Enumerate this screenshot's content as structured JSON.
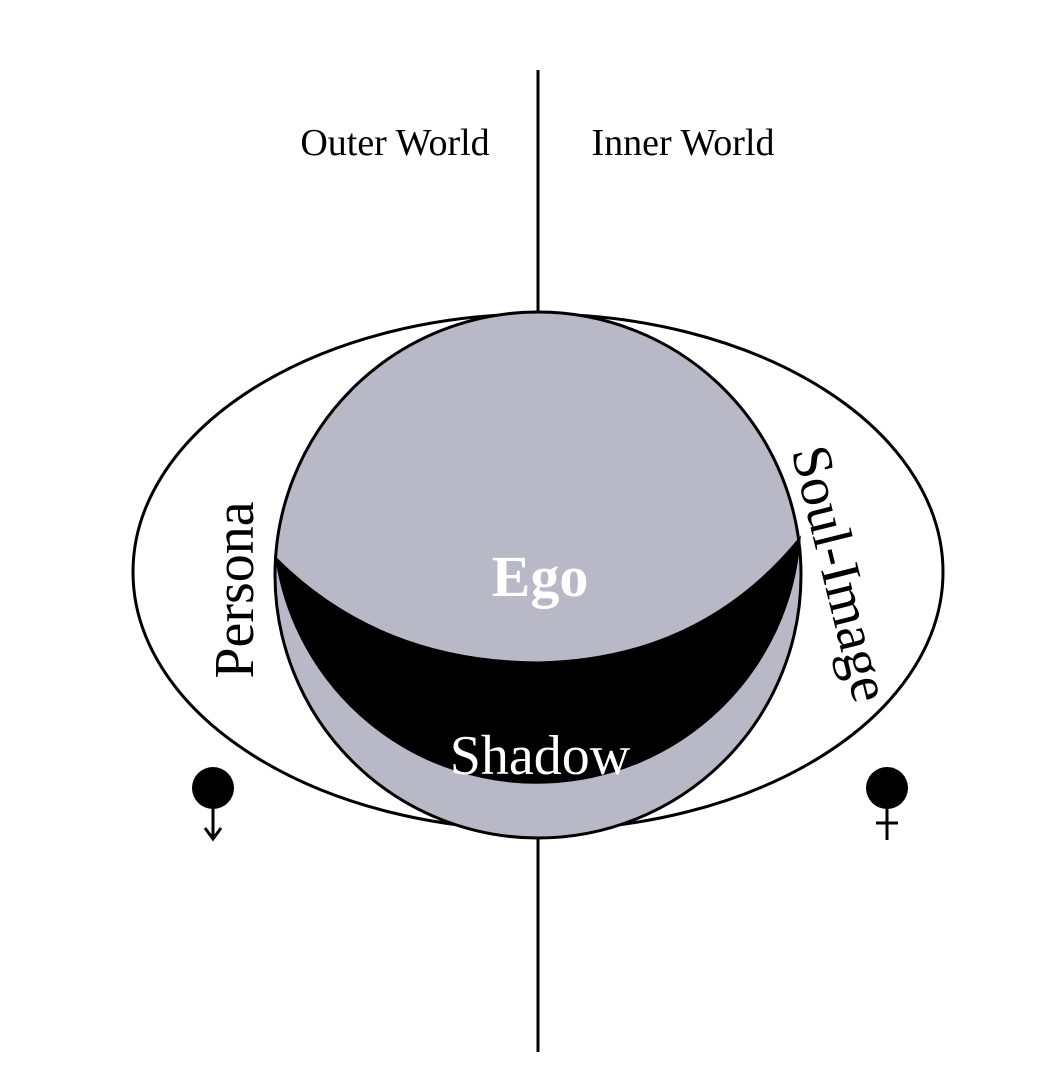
{
  "labels": {
    "outer_world": "Outer World",
    "inner_world": "Inner World",
    "persona": "Persona",
    "soul_image": "Soul-Image",
    "ego": "Ego",
    "shadow": "Shadow"
  },
  "symbols": {
    "left": "male-symbol",
    "right": "female-symbol"
  },
  "colors": {
    "ego_fill": "#b8b8c6",
    "shadow_fill": "#000000",
    "stroke": "#000000",
    "ego_text": "#ffffff",
    "shadow_text": "#ffffff",
    "background": "#ffffff"
  }
}
